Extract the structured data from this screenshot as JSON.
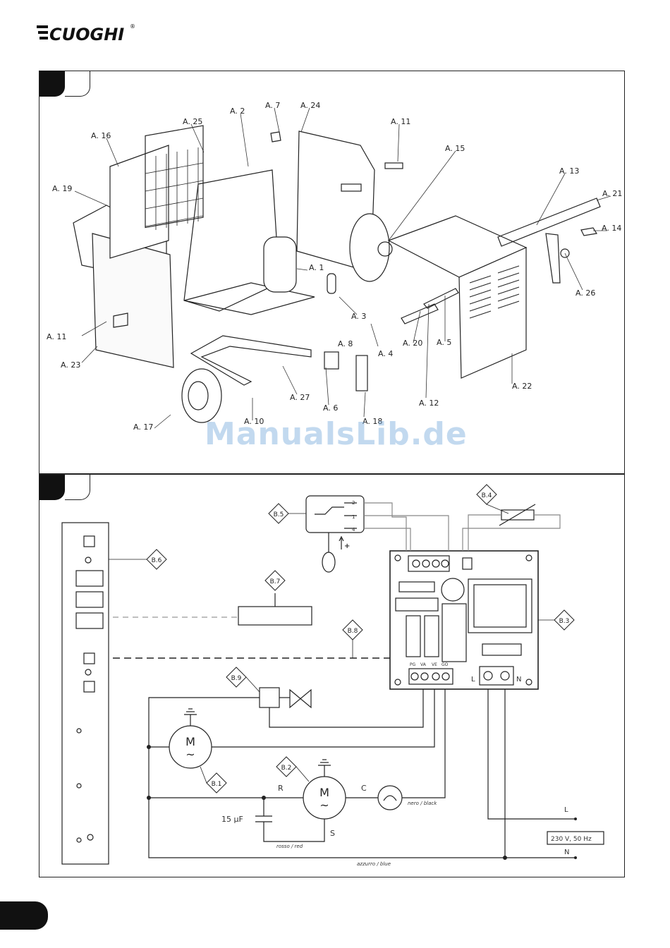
{
  "brand": {
    "name": "CUOGHI",
    "mark": "®"
  },
  "watermark": "ManualsLib.de",
  "exploded_view": {
    "labels": [
      "A. 1",
      "A. 2",
      "A. 3",
      "A. 4",
      "A. 5",
      "A. 6",
      "A. 7",
      "A. 8",
      "A. 10",
      "A. 11",
      "A. 11",
      "A. 12",
      "A. 13",
      "A. 14",
      "A. 15",
      "A. 16",
      "A. 17",
      "A. 18",
      "A. 19",
      "A. 20",
      "A. 21",
      "A. 22",
      "A. 23",
      "A. 24",
      "A. 25",
      "A. 26",
      "A. 27"
    ]
  },
  "wiring": {
    "callouts": [
      "B.1",
      "B.2",
      "B.3",
      "B.4",
      "B.5",
      "B.6",
      "B.7",
      "B.8",
      "B.9"
    ],
    "motor_symbol": "M",
    "ac_symbol": "~",
    "terminals": [
      "PG",
      "VA",
      "VE",
      "GO"
    ],
    "board_terminals": [
      "L",
      "N"
    ],
    "compressor_pins": [
      "R",
      "C",
      "S"
    ],
    "capacitor": "15 µF",
    "wires": {
      "black": "nero / black",
      "red": "rosso / red",
      "blue": "azzurro / blue"
    },
    "supply_lines": [
      "L",
      "N"
    ],
    "supply": "230 V, 50 Hz",
    "switch_pins": [
      "2",
      "1",
      "4"
    ],
    "plus": "+"
  }
}
